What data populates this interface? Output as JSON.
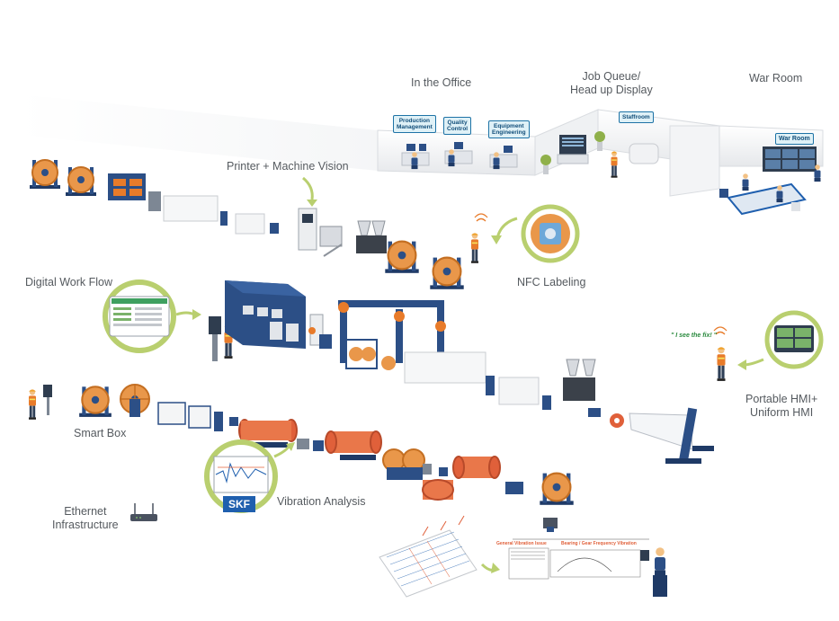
{
  "labels": {
    "in_the_office": "In the Office",
    "job_queue": [
      "Job Queue/",
      "Head up Display"
    ],
    "war_room": "War Room",
    "printer_vision": "Printer + Machine Vision",
    "digital_work_flow": "Digital Work Flow",
    "nfc_labeling": "NFC Labeling",
    "portable_hmi": [
      "Portable HMI+",
      "Uniform HMI"
    ],
    "smart_box": "Smart Box",
    "vibration_analysis": "Vibration Analysis",
    "ethernet": [
      "Ethernet",
      "Infrastructure"
    ]
  },
  "signs": {
    "production_management": [
      "Production",
      "Management"
    ],
    "quality_control": [
      "Quality",
      "Control"
    ],
    "equipment_engineering": [
      "Equipment",
      "Engineering"
    ],
    "staffroom": "Staffroom",
    "war_room": "War Room"
  },
  "quote": "\" I see the fix! \"",
  "skf_logo": "SKF",
  "vibration_chart": {
    "general_issue": "General Vibration Issue",
    "bearing_gear": "Bearing / Gear Frequency Vibration"
  },
  "colors": {
    "machine_blue": "#2c4f86",
    "dark_blue": "#1f3a66",
    "orange": "#e87b2a",
    "drum_orange": "#e9974a",
    "spool_red": "#e0603a",
    "callout_green": "#b9cf6f",
    "wall_gray": "#e9ebee",
    "skf_blue": "#1f5fae"
  }
}
